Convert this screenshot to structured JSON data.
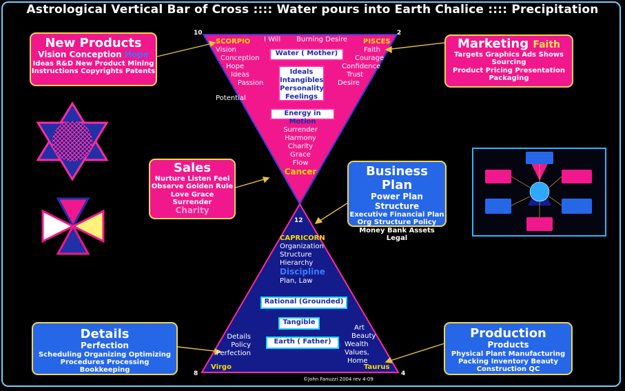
{
  "title": "Astrological Vertical Bar of Cross :::: Water pours into Earth Chalice :::: Precipitation",
  "top_triangle": {
    "num_left": "10",
    "num_right": "2",
    "num_bottom": "12",
    "sign_left": "SCORPIO",
    "sign_right": "PISCES",
    "i_will": "I Will",
    "burning_desire": "Burning Desire",
    "left_list": [
      "Vision",
      "Conception",
      "Hope",
      "Ideas",
      "Passion"
    ],
    "right_list": [
      "Faith",
      "Courage",
      "Confidence",
      "Trust",
      "Desire"
    ],
    "water_label": "Water ( Mother)",
    "inner_box": [
      "Ideals",
      "Intangibles",
      "Personality",
      "Feelings"
    ],
    "potential": "Potential",
    "energy_label": "Energy in Motion",
    "center_list": [
      "Surrender",
      "Harmony",
      "Charity",
      "Grace",
      "Flow"
    ],
    "cancer": "Cancer"
  },
  "bottom_triangle": {
    "num_left": "8",
    "num_right": "4",
    "sign_top": "CAPRICORN",
    "top_list": [
      "Organization",
      "Structure",
      "Hierarchy"
    ],
    "discipline": "Discipline",
    "plan_law": "Plan, Law",
    "rational": "Rational (Grounded)",
    "tangible": "Tangible",
    "earth": "Earth   ( Father)",
    "left_list": [
      "Details",
      "Policy",
      "Perfection"
    ],
    "right_list": [
      "Art",
      "Beauty",
      "Wealth",
      "Values,",
      "Home"
    ],
    "sign_left": "Virgo",
    "sign_right": "Taurus"
  },
  "new_products": {
    "title": "New Products",
    "line1a": "Vision   Conception",
    "line1b": "Hope",
    "line2": "Ideas   R&D   New Product  Mining",
    "line3": "Instructions   Copyrights   Patents"
  },
  "marketing": {
    "title": "Marketing",
    "title2": "Faith",
    "line1": "Targets  Graphics  Ads  Shows",
    "line2": "Sourcing",
    "line3": "Product  Pricing  Presentation",
    "line4": "Packaging"
  },
  "sales": {
    "title": "Sales",
    "line1": "Nurture  Listen  Feel",
    "line2": "Observe   Golden Rule",
    "line3": "Love    Grace",
    "line4": "Surrender",
    "line5": "Charity"
  },
  "business_plan": {
    "title": "Business Plan",
    "line1": "Power  Plan",
    "line2": "Structure",
    "line3": "Executive  Financial Plan",
    "line4": "Org Structure  Policy",
    "line5": "Money  Bank  Assets  Legal"
  },
  "details": {
    "title": "Details",
    "line1": "Perfection",
    "line2": "Scheduling   Organizing   Optimizing",
    "line3": "Procedures   Processing",
    "line4": "Bookkeeping"
  },
  "production": {
    "title": "Production",
    "line1": "Products",
    "line2": "Physical Plant   Manufacturing",
    "line3": "Packing   Inventory   Beauty",
    "line4": "Construction   QC"
  },
  "copyright": "©John Fanuzzi 2004 rev 4-09",
  "colors": {
    "pink": "#f0188c",
    "blue": "#2667e8",
    "navy": "#141c8c",
    "gold": "#f2d64f",
    "cyan": "#6fd0ff"
  }
}
